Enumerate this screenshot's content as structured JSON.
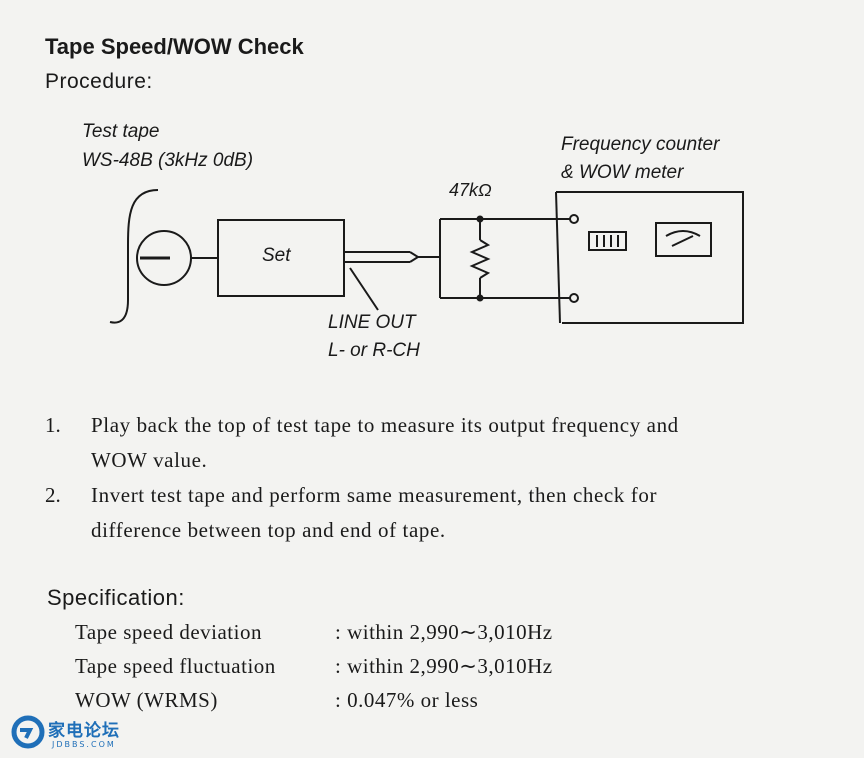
{
  "heading": "Tape Speed/WOW Check",
  "procedure_label": "Procedure:",
  "diagram": {
    "test_tape_line1": "Test tape",
    "test_tape_line2": "WS-48B (3kHz 0dB)",
    "set_label": "Set",
    "resistor_label": "47kΩ",
    "meter_line1": "Frequency counter",
    "meter_line2": "& WOW meter",
    "line_out_line1": "LINE OUT",
    "line_out_line2": "L- or R-CH"
  },
  "steps": [
    {
      "number": "1.",
      "line1": "Play back the top of test tape to measure its output frequency and",
      "line2": "WOW value."
    },
    {
      "number": "2.",
      "line1": "Invert test tape and perform same measurement, then check for",
      "line2": "difference between top and end of tape."
    }
  ],
  "specification": {
    "heading": "Specification:",
    "rows": [
      {
        "label": "Tape speed deviation",
        "value": ": within 2,990∼3,010Hz"
      },
      {
        "label": "Tape speed fluctuation",
        "value": ": within 2,990∼3,010Hz"
      },
      {
        "label": "WOW (WRMS)",
        "value": ": 0.047% or less"
      }
    ]
  },
  "watermark": {
    "text": "家电论坛",
    "sub": "JDBBS.COM",
    "color": "#1f6fb8"
  }
}
